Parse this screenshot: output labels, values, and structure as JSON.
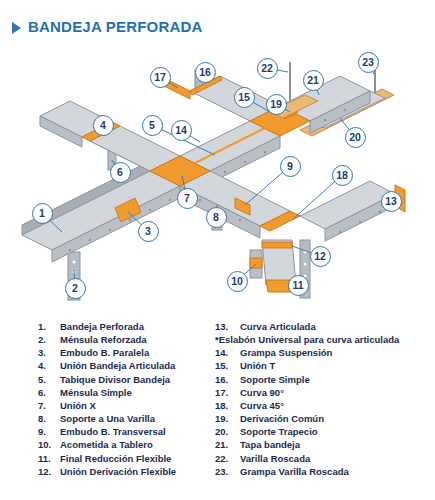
{
  "diagram": {
    "title": "BANDEJA PERFORADA",
    "labels": [
      "17",
      "16",
      "22",
      "21",
      "23",
      "15",
      "19",
      "14",
      "4",
      "5",
      "20",
      "6",
      "9",
      "18",
      "7",
      "8",
      "13",
      "1",
      "3",
      "12",
      "10",
      "11",
      "2",
      "1.",
      "Bandeja Perforada",
      "2.",
      "Ménsula Reforzada",
      "3.",
      "Embudo B. Paralela",
      "4.",
      "Unión Bandeja Articulada",
      "5.",
      "Tabique Divisor Bandeja",
      "6.",
      "Ménsula Simple",
      "7.",
      "Unión X",
      "8.",
      "Soporte a Una Varilla",
      "9.",
      "Embudo B. Transversal",
      "10.",
      "Acometida a Tablero",
      "11.",
      "Final Reducción Flexible",
      "12.",
      "Unión Derivación Flexible",
      "13.",
      "Curva Articulada",
      "*Eslabón Universal para curva articulada",
      "14.",
      "Grampa Suspensión",
      "15.",
      "Unión T",
      "16.",
      "Soporte Simple",
      "17.",
      "Curva 90°",
      "18.",
      "Curva 45°",
      "19.",
      "Derivación Común",
      "20.",
      "Soporte Trapecio",
      "21.",
      "Tapa bandeja",
      "22.",
      "Varilla Roscada",
      "23.",
      "Grampa Varilla Roscada"
    ]
  }
}
